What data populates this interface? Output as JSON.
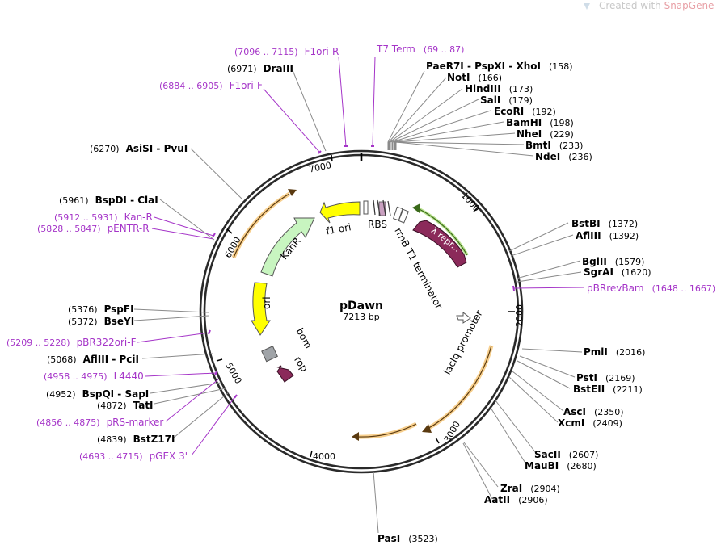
{
  "watermark": {
    "prefix": "Created with ",
    "brand": "SnapGene"
  },
  "plasmid": {
    "name": "pDawn",
    "size_label": "7213 bp"
  },
  "scale_ticks": [
    "1000",
    "2000",
    "3000",
    "4000",
    "5000",
    "6000",
    "7000"
  ],
  "features": {
    "repr": "λ repr...",
    "rrnB": "rrnB T1 terminator",
    "RBS": "RBS",
    "f1ori": "f1 ori",
    "KanR": "KanR",
    "ori": "ori",
    "bom": "bom",
    "rop": "rop",
    "laclq": "lacIq promoter"
  },
  "enzymes": [
    {
      "name": "PaeR7I",
      "sep": " - ",
      "name2": "PspXI",
      "sep2": " - ",
      "name3": "XhoI",
      "pos": "(158)"
    },
    {
      "name": "NotI",
      "pos": "(166)"
    },
    {
      "name": "HindIII",
      "pos": "(173)"
    },
    {
      "name": "SalI",
      "pos": "(179)"
    },
    {
      "name": "EcoRI",
      "pos": "(192)"
    },
    {
      "name": "BamHI",
      "pos": "(198)"
    },
    {
      "name": "NheI",
      "pos": "(229)"
    },
    {
      "name": "BmtI",
      "pos": "(233)"
    },
    {
      "name": "NdeI",
      "pos": "(236)"
    },
    {
      "name": "BstBI",
      "pos": "(1372)"
    },
    {
      "name": "AflIII",
      "pos": "(1392)"
    },
    {
      "name": "BglII",
      "pos": "(1579)"
    },
    {
      "name": "SgrAI",
      "pos": "(1620)"
    },
    {
      "name": "PmlI",
      "pos": "(2016)"
    },
    {
      "name": "PstI",
      "pos": "(2169)"
    },
    {
      "name": "BstEII",
      "pos": "(2211)"
    },
    {
      "name": "AscI",
      "pos": "(2350)"
    },
    {
      "name": "XcmI",
      "pos": "(2409)"
    },
    {
      "name": "SacII",
      "pos": "(2607)"
    },
    {
      "name": "MauBI",
      "pos": "(2680)"
    },
    {
      "name": "ZraI",
      "pos": "(2904)"
    },
    {
      "name": "AatII",
      "pos": "(2906)"
    },
    {
      "name": "PasI",
      "pos": "(3523)"
    },
    {
      "name": "BstZ17I",
      "pos": "(4839)"
    },
    {
      "name": "TatI",
      "pos": "(4872)"
    },
    {
      "name": "BspQI",
      "sep": " - ",
      "name2": "SapI",
      "pos": "(4952)"
    },
    {
      "name": "AflIII",
      "sep": " - ",
      "name2": "PciI",
      "pos": "(5068)"
    },
    {
      "name": "PspFI",
      "pos": "(5376)"
    },
    {
      "name": "BseYI",
      "pos": "(5372)"
    },
    {
      "name": "BspDI",
      "sep": " - ",
      "name2": "ClaI",
      "pos": "(5961)"
    },
    {
      "name": "AsiSI",
      "sep": " - ",
      "name2": "PvuI",
      "pos": "(6270)"
    },
    {
      "name": "DraIII",
      "pos": "(6971)"
    }
  ],
  "primers": [
    {
      "name": "F1ori-R",
      "range": "(7096 .. 7115)"
    },
    {
      "name": "T7 Term",
      "range": "(69 .. 87)"
    },
    {
      "name": "F1ori-F",
      "range": "(6884 .. 6905)"
    },
    {
      "name": "pBRrevBam",
      "range": "(1648 .. 1667)"
    },
    {
      "name": "Kan-R",
      "range": "(5912 .. 5931)"
    },
    {
      "name": "pENTR-R",
      "range": "(5828 .. 5847)"
    },
    {
      "name": "pBR322ori-F",
      "range": "(5209 .. 5228)"
    },
    {
      "name": "L4440",
      "range": "(4958 .. 4975)"
    },
    {
      "name": "pRS-marker",
      "range": "(4856 .. 4875)"
    },
    {
      "name": "pGEX 3'",
      "range": "(4693 .. 4715)"
    }
  ],
  "colors": {
    "backbone": "#2a2a2a",
    "enzyme_line": "#8a8a8a",
    "primer": "#a535c8",
    "orf_arrow": "#f0a830",
    "yellow": "#ffff00",
    "kanr": "#c8f5c0",
    "repr": "#8b2a5a",
    "repr_orf": "#7dc832",
    "bom": "#a0a4a8"
  }
}
